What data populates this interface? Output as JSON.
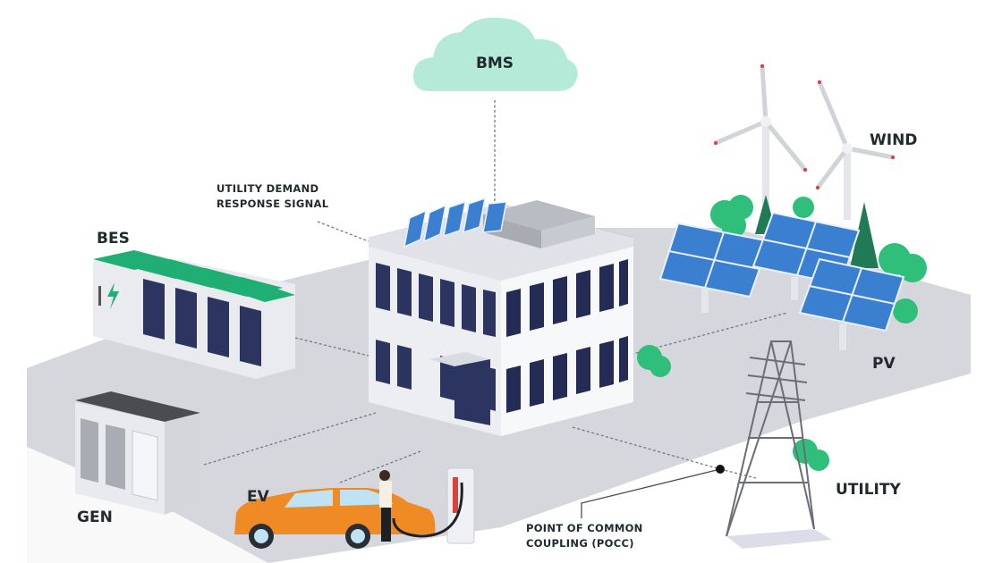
{
  "diagram": {
    "type": "isometric microgrid illustration",
    "nodes": [
      {
        "id": "bms",
        "label": "BMS"
      },
      {
        "id": "signal",
        "label_lines": [
          "UTILITY DEMAND",
          "RESPONSE SIGNAL"
        ]
      },
      {
        "id": "bes",
        "label": "BES"
      },
      {
        "id": "wind",
        "label": "WIND"
      },
      {
        "id": "pv",
        "label": "PV"
      },
      {
        "id": "gen",
        "label": "GEN"
      },
      {
        "id": "ev",
        "label": "EV"
      },
      {
        "id": "utility",
        "label": "UTILITY"
      },
      {
        "id": "pocc",
        "label_lines": [
          "POINT OF COMMON",
          "COUPLING (POCC)"
        ]
      }
    ],
    "connections": [
      {
        "from": "bms",
        "to": "building",
        "style": "dotted"
      },
      {
        "from": "signal",
        "to": "building",
        "style": "dotted"
      },
      {
        "from": "bes",
        "to": "building",
        "style": "dotted"
      },
      {
        "from": "gen",
        "to": "building",
        "style": "dotted"
      },
      {
        "from": "ev",
        "to": "building",
        "style": "dotted"
      },
      {
        "from": "pv",
        "to": "building",
        "style": "dotted"
      },
      {
        "from": "building",
        "to": "pocc",
        "style": "dotted"
      },
      {
        "from": "pocc",
        "to": "utility",
        "style": "dotted"
      }
    ],
    "colors": {
      "cloud": "#b5ead9",
      "ground": "#d4d5db",
      "battery_lid": "#1fae74",
      "solar_panel": "#3a7fd0",
      "tree": "#2fbf7a",
      "tree_dark": "#1f7a55",
      "car": "#f08a24",
      "building_wall": "#f4f5f7",
      "window": "#2c3460",
      "text": "#222a2e"
    }
  }
}
